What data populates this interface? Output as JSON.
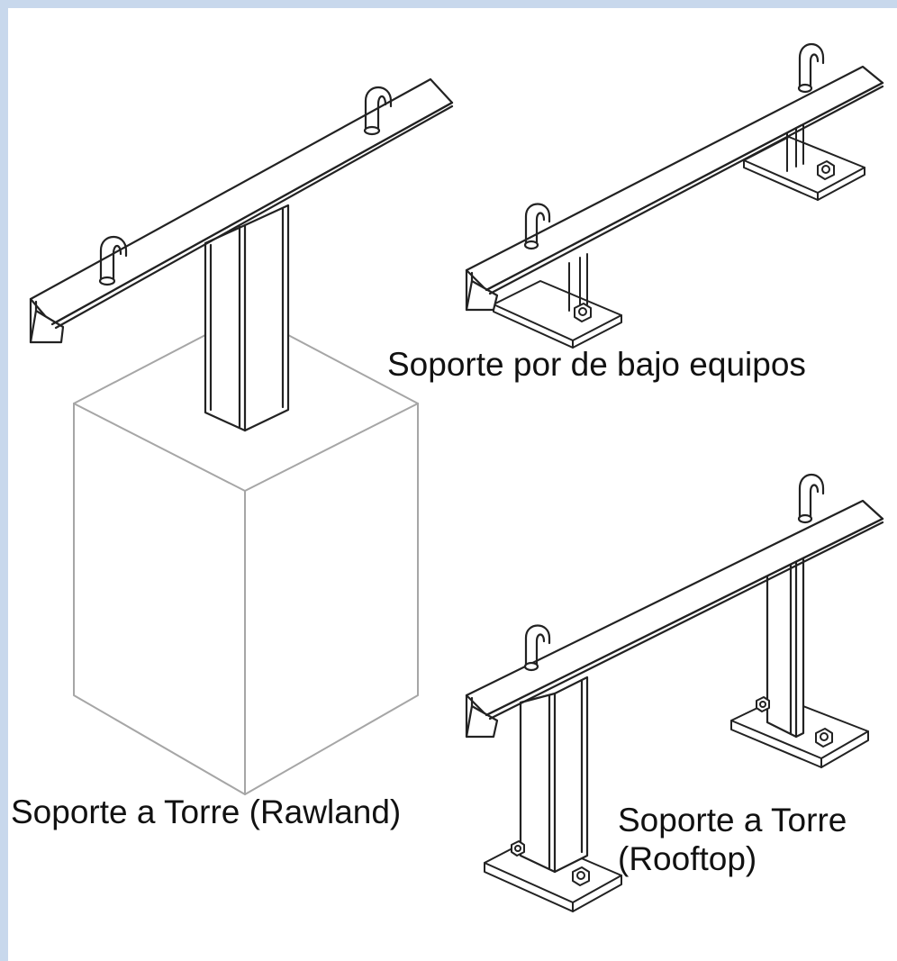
{
  "figure": {
    "colors": {
      "frame": "#c8d8ec",
      "line": "#222222",
      "block": "#a6a6a6",
      "background": "#ffffff"
    },
    "captions": {
      "rawland": "Soporte a Torre (Rawland)",
      "equipos": "Soporte por de bajo equipos",
      "rooftop_line1": "Soporte a Torre",
      "rooftop_line2": "(Rooftop)"
    }
  }
}
